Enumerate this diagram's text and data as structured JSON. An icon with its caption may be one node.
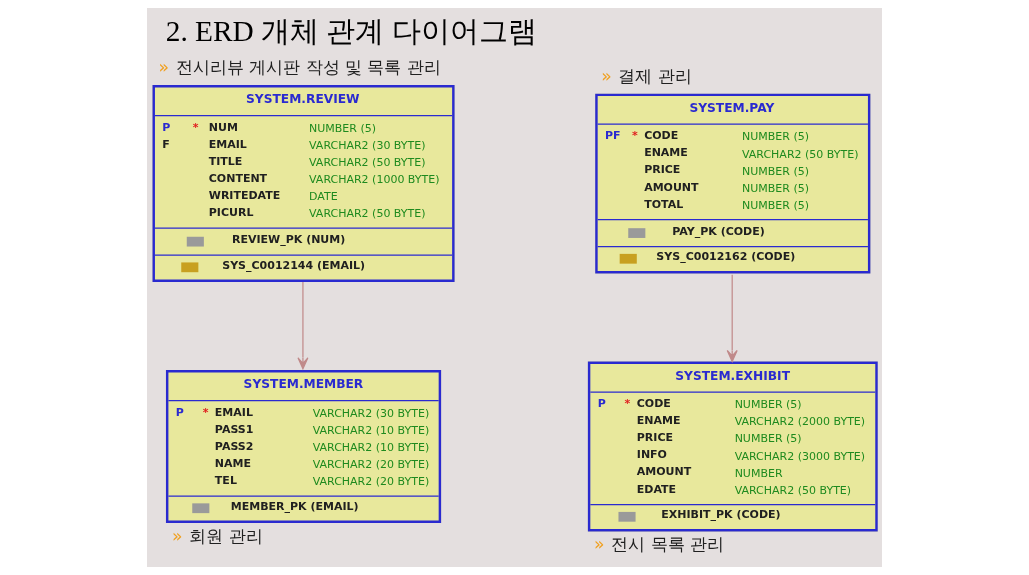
{
  "diagram": {
    "title": "2. ERD 개체 관계 다이어그램",
    "nodes": [
      {
        "text": [
          "SYSTEM.REVIEW",
          "P",
          "*",
          "NUM",
          "NUMBER (5)",
          "F",
          "EMAIL",
          "VARCHAR2 (30 BYTE)",
          "TITLE",
          "VARCHAR2 (50 BYTE)",
          "CONTENT",
          "VARCHAR2 (1000 BYTE)",
          "WRITEDATE",
          "DATE",
          "PICURL",
          "VARCHAR2 (50 BYTE)",
          "REVIEW_PK (NUM)",
          "SYS_C0012144 (EMAIL)"
        ],
        "beside": [
          "»",
          "전시리뷰 게시판 작성 및 목록 관리"
        ]
      },
      {
        "text": [
          "SYSTEM.PAY",
          "PF",
          "*",
          "CODE",
          "NUMBER (5)",
          "ENAME",
          "VARCHAR2 (50 BYTE)",
          "PRICE",
          "NUMBER (5)",
          "AMOUNT",
          "NUMBER (5)",
          "TOTAL",
          "NUMBER (5)",
          "PAY_PK (CODE)",
          "SYS_C0012162 (CODE)"
        ],
        "beside": [
          "»",
          "결제 관리"
        ]
      },
      {
        "text": [
          "SYSTEM.MEMBER",
          "P",
          "*",
          "EMAIL",
          "VARCHAR2 (30 BYTE)",
          "PASS1",
          "VARCHAR2 (10 BYTE)",
          "PASS2",
          "VARCHAR2 (10 BYTE)",
          "NAME",
          "VARCHAR2 (20 BYTE)",
          "TEL",
          "VARCHAR2 (20 BYTE)",
          "MEMBER_PK (EMAIL)"
        ],
        "beside": [
          "»",
          "회원 관리"
        ]
      },
      {
        "text": [
          "SYSTEM.EXHIBIT",
          "P",
          "*",
          "CODE",
          "NUMBER (5)",
          "ENAME",
          "VARCHAR2 (2000 BYTE)",
          "PRICE",
          "NUMBER (5)",
          "INFO",
          "VARCHAR2 (3000 BYTE)",
          "AMOUNT",
          "NUMBER",
          "EDATE",
          "VARCHAR2 (50 BYTE)",
          "EXHIBIT_PK (CODE)"
        ],
        "beside": [
          "»",
          "전시 목록 관리"
        ]
      }
    ],
    "edges": [
      {
        "from": 0,
        "to": 2,
        "arrow": "to"
      },
      {
        "from": 1,
        "to": 3,
        "arrow": "to"
      }
    ]
  }
}
